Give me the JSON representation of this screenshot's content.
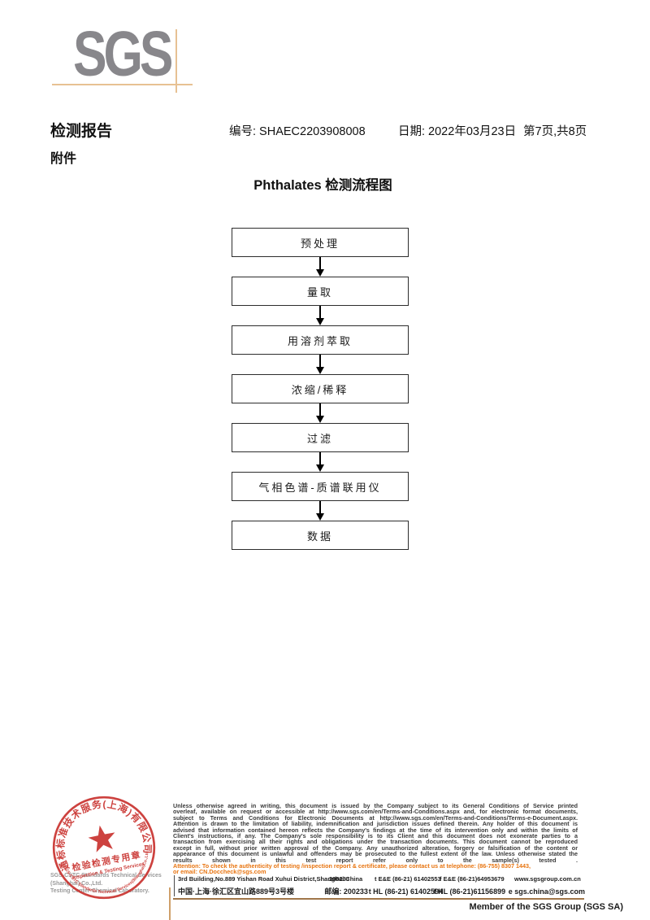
{
  "logo": {
    "text": "SGS"
  },
  "header": {
    "report_title": "检测报告",
    "report_no": "编号: SHAEC2203908008",
    "date": "日期: 2022年03月23日",
    "page_info": "第7页,共8页",
    "attachment_label": "附件"
  },
  "flowchart": {
    "title": "Phthalates 检测流程图",
    "steps": [
      "预处理",
      "量取",
      "用溶剂萃取",
      "浓缩/稀释",
      "过滤",
      "气相色谱-质谱联用仪",
      "数据"
    ]
  },
  "footer": {
    "company_gray_line1": "SGS-CSTC Standards Technical Services (Shanghai) Co.,Ltd.",
    "company_gray_line2": "Testing Center-Chemical Laboratory.",
    "stamp": {
      "ring_text": "通标标准技术服务(上海)有限公司",
      "center_line1": "检验检测专用章",
      "center_line2": "Inspection & Testing Services",
      "bottom_text": "SGS-CSTC Standards Technical Services(Shanghai)Co.,Ltd."
    },
    "disclaimer_lines": [
      "Unless otherwise agreed in writing, this document is issued by the Company subject to its General Conditions of Service printed",
      "overleaf, available on request or accessible at http://www.sgs.com/en/Terms-and-Conditions.aspx and, for electronic format documents,",
      "subject to Terms and Conditions for Electronic Documents at http://www.sgs.com/en/Terms-and-Conditions/Terms-e-Document.aspx.",
      "Attention is drawn to the limitation of liability, indemnification and jurisdiction issues defined therein. Any holder of this document is",
      "advised that information contained hereon reflects the Company's findings at the time of its intervention only and within the limits of",
      "Client's instructions, if any. The Company's sole responsibility is to its Client and this document does not exonerate parties to a",
      "transaction from exercising all their rights and obligations under the transaction documents. This document cannot be reproduced",
      "except in full, without prior written approval of the Company. Any unauthorized alteration, forgery or falsification of the content or",
      "appearance of this document is unlawful and offenders may be prosecuted to the fullest extent of the law. Unless otherwise stated the",
      "results shown in this test report refer only to the sample(s) tested ."
    ],
    "attention_line1": "Attention: To check the authenticity of testing /inspection report & certificate, please contact us at telephone: (86-755) 8307 1443,",
    "attention_line2": "or email: CN.Doccheck@sgs.com",
    "address": {
      "en_street": "3rd Building,No.889 Yishan Road Xuhui District,Shanghai China",
      "en_postal": "200233",
      "en_tel": "t E&E (86-21) 61402553",
      "en_fax": "f E&E (86-21)64953679",
      "website": "www.sgsgroup.com.cn",
      "cn_street": "中国·上海·徐汇区宜山路889号3号楼",
      "cn_postal": "邮编: 200233",
      "cn_tel": "t HL (86-21) 61402594",
      "cn_fax": "f HL (86-21)61156899",
      "email": "e sgs.china@sgs.com"
    },
    "member_text": "Member of the SGS Group (SGS SA)"
  },
  "colors": {
    "logo_gray": "#88878b",
    "accent_tan": "#e7c193",
    "line_brown": "#a0764a",
    "stamp_red": "#c9332f",
    "attention_orange": "#e87511"
  }
}
